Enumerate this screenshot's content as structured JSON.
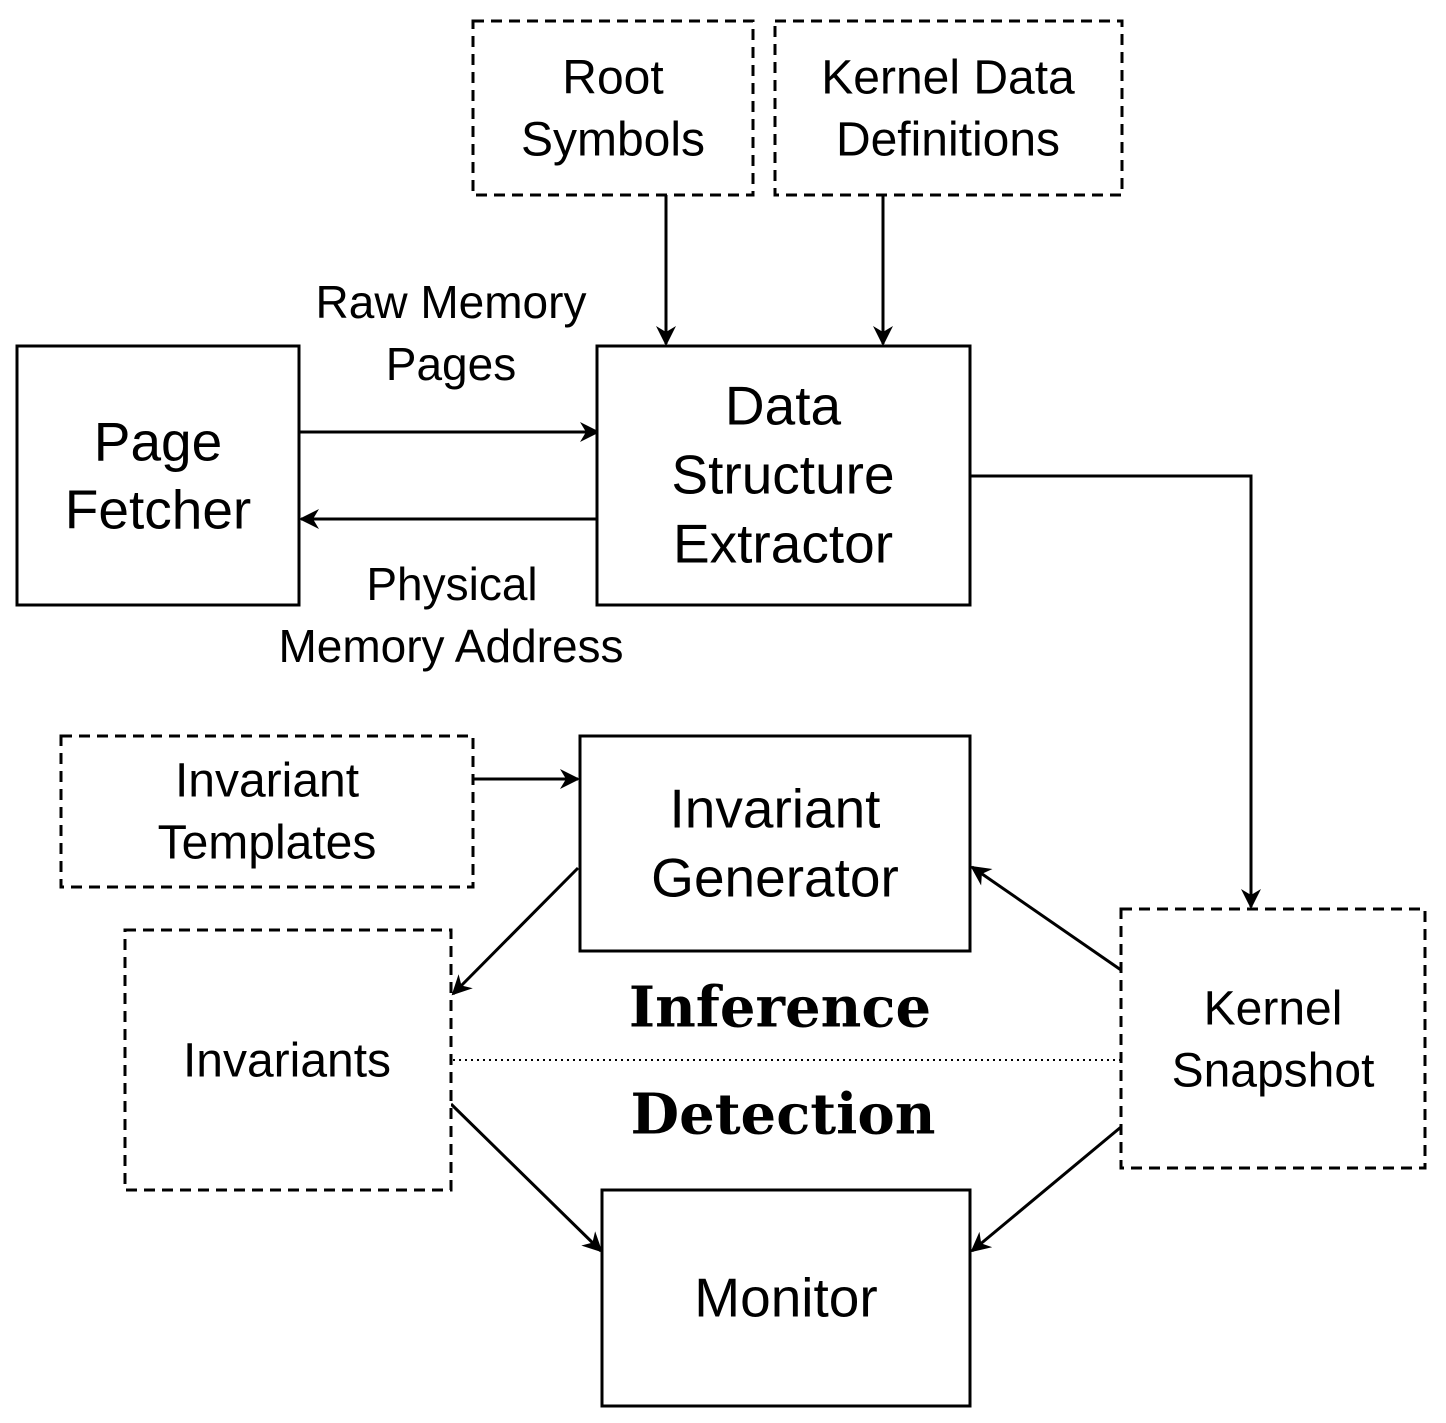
{
  "nodes": {
    "root_symbols": {
      "line1": "Root",
      "line2": "Symbols"
    },
    "kernel_data_definitions": {
      "line1": "Kernel Data",
      "line2": "Definitions"
    },
    "page_fetcher": {
      "line1": "Page",
      "line2": "Fetcher"
    },
    "data_structure_extractor": {
      "line1": "Data",
      "line2": "Structure",
      "line3": "Extractor"
    },
    "invariant_templates": {
      "line1": "Invariant",
      "line2": "Templates"
    },
    "invariant_generator": {
      "line1": "Invariant",
      "line2": "Generator"
    },
    "invariants": {
      "line1": "Invariants"
    },
    "kernel_snapshot": {
      "line1": "Kernel",
      "line2": "Snapshot"
    },
    "monitor": {
      "line1": "Monitor"
    }
  },
  "edge_labels": {
    "raw_memory_pages": {
      "line1": "Raw Memory",
      "line2": "Pages"
    },
    "physical_memory_address": {
      "line1": "Physical",
      "line2": "Memory Address"
    }
  },
  "phases": {
    "inference": "Inference",
    "detection": "Detection"
  }
}
